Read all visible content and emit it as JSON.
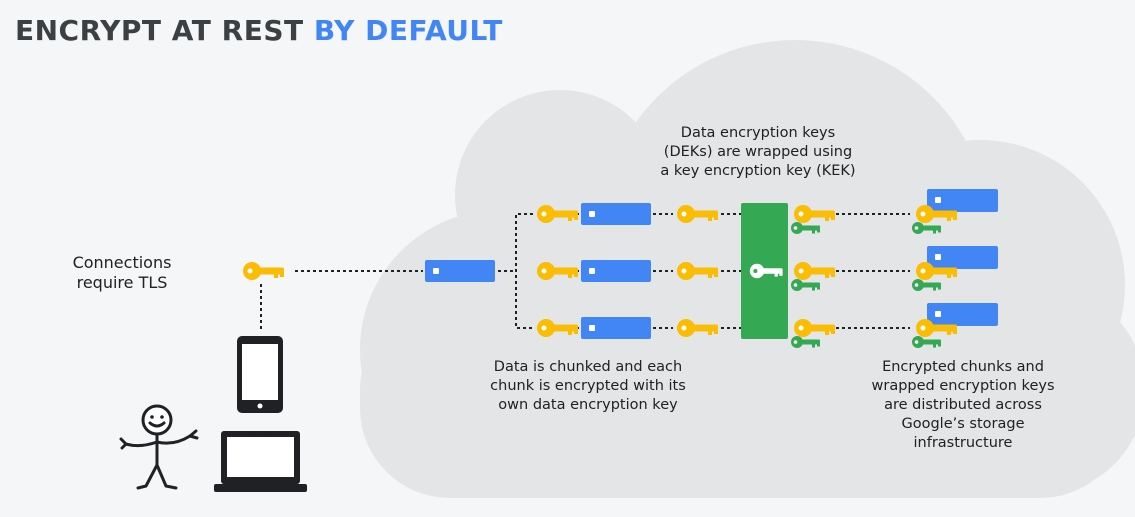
{
  "title": {
    "part1": "ENCRYPT AT REST",
    "part2": "BY DEFAULT"
  },
  "labels": {
    "tls": [
      "Connections",
      "require TLS"
    ],
    "dek_wrap": [
      "Data encryption keys",
      "(DEKs) are wrapped using",
      "a key encryption key (KEK)"
    ],
    "chunked": [
      "Data is chunked and each",
      "chunk is encrypted with its",
      "own data encryption key"
    ],
    "distributed": [
      "Encrypted chunks and",
      "wrapped encryption keys",
      "are distributed across",
      "Google’s storage",
      "infrastructure"
    ]
  },
  "colors": {
    "blue": "#4285f4",
    "yellow": "#fbbc04",
    "green": "#34a853",
    "cloud": "#e4e5e6",
    "ink": "#202124"
  },
  "icons": [
    "key-icon",
    "data-block-icon",
    "kek-box-icon",
    "phone-icon",
    "laptop-icon",
    "stick-figure-icon"
  ]
}
